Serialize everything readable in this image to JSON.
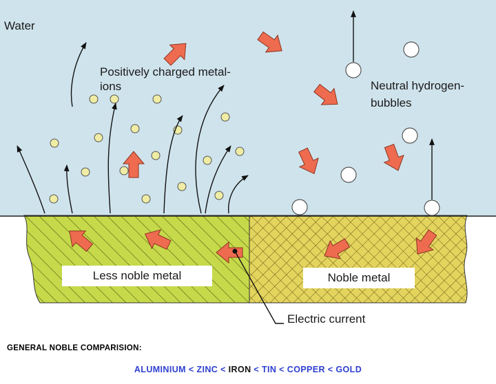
{
  "labels": {
    "water": "Water",
    "ions": "Positively charged metal-ions",
    "bubbles": "Neutral hydrogen-bubbles",
    "less_noble": "Less noble metal",
    "noble": "Noble metal",
    "current": "Electric current"
  },
  "footer": {
    "title": "GENERAL NOBLE COMPARISION:",
    "series": [
      {
        "text": "ALUMINIUM",
        "color": "#2e3fd0"
      },
      {
        "text": " < ",
        "color": "#2e3fd0"
      },
      {
        "text": "ZINC",
        "color": "#2e3fd0"
      },
      {
        "text": " < ",
        "color": "#2e3fd0"
      },
      {
        "text": "IRON",
        "color": "#111111"
      },
      {
        "text": " < ",
        "color": "#2e3fd0"
      },
      {
        "text": "TIN",
        "color": "#2e3fd0"
      },
      {
        "text": " < ",
        "color": "#2e3fd0"
      },
      {
        "text": "COPPER",
        "color": "#2e3fd0"
      },
      {
        "text": " < ",
        "color": "#2e3fd0"
      },
      {
        "text": "GOLD",
        "color": "#2e3fd0"
      }
    ]
  },
  "colors": {
    "water": "#cfe3ec",
    "less_noble_metal": "#c6d94a",
    "noble_metal": "#e3d45e",
    "arrow_fill": "#ee6b50",
    "ion": "#efeca4",
    "bubble": "#ffffff"
  }
}
